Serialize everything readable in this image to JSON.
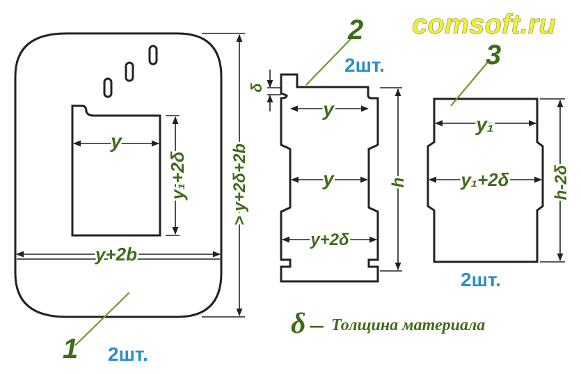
{
  "watermark": "comsoft.ru",
  "note": {
    "symbol": "δ",
    "dash": "–",
    "text": "Толщина материала"
  },
  "parts": [
    {
      "number": "1",
      "quantity": "2шт.",
      "labels": {
        "window_width": "y",
        "window_height": "y₁+2δ",
        "outer_width": "y+2b",
        "outer_height": "> y+2δ+2b"
      }
    },
    {
      "number": "2",
      "quantity": "2шт.",
      "labels": {
        "thickness": "δ",
        "top_width": "y",
        "mid_width": "y",
        "bottom_width": "y+2δ",
        "height": "h"
      }
    },
    {
      "number": "3",
      "quantity": "2шт.",
      "labels": {
        "top_width": "y₁",
        "mid_width": "y₁+2δ",
        "height": "h-2δ"
      }
    }
  ]
}
